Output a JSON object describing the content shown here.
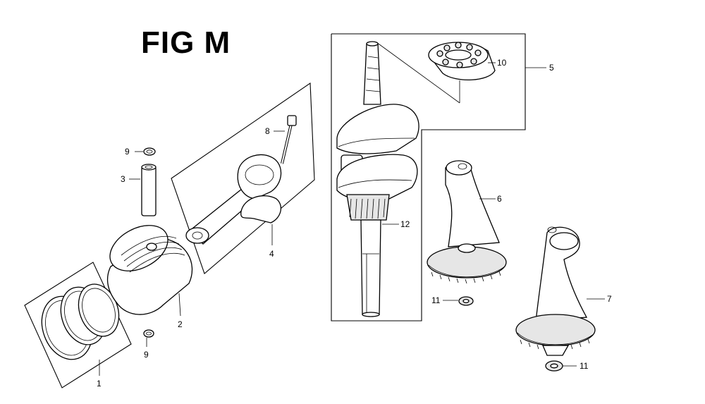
{
  "figure": {
    "title": "FIG M"
  },
  "callouts": {
    "c1": "1",
    "c2": "2",
    "c3": "3",
    "c4": "4",
    "c5": "5",
    "c6": "6",
    "c7": "7",
    "c8": "8",
    "c9a": "9",
    "c9b": "9",
    "c10": "10",
    "c11a": "11",
    "c11b": "11",
    "c12": "12"
  }
}
